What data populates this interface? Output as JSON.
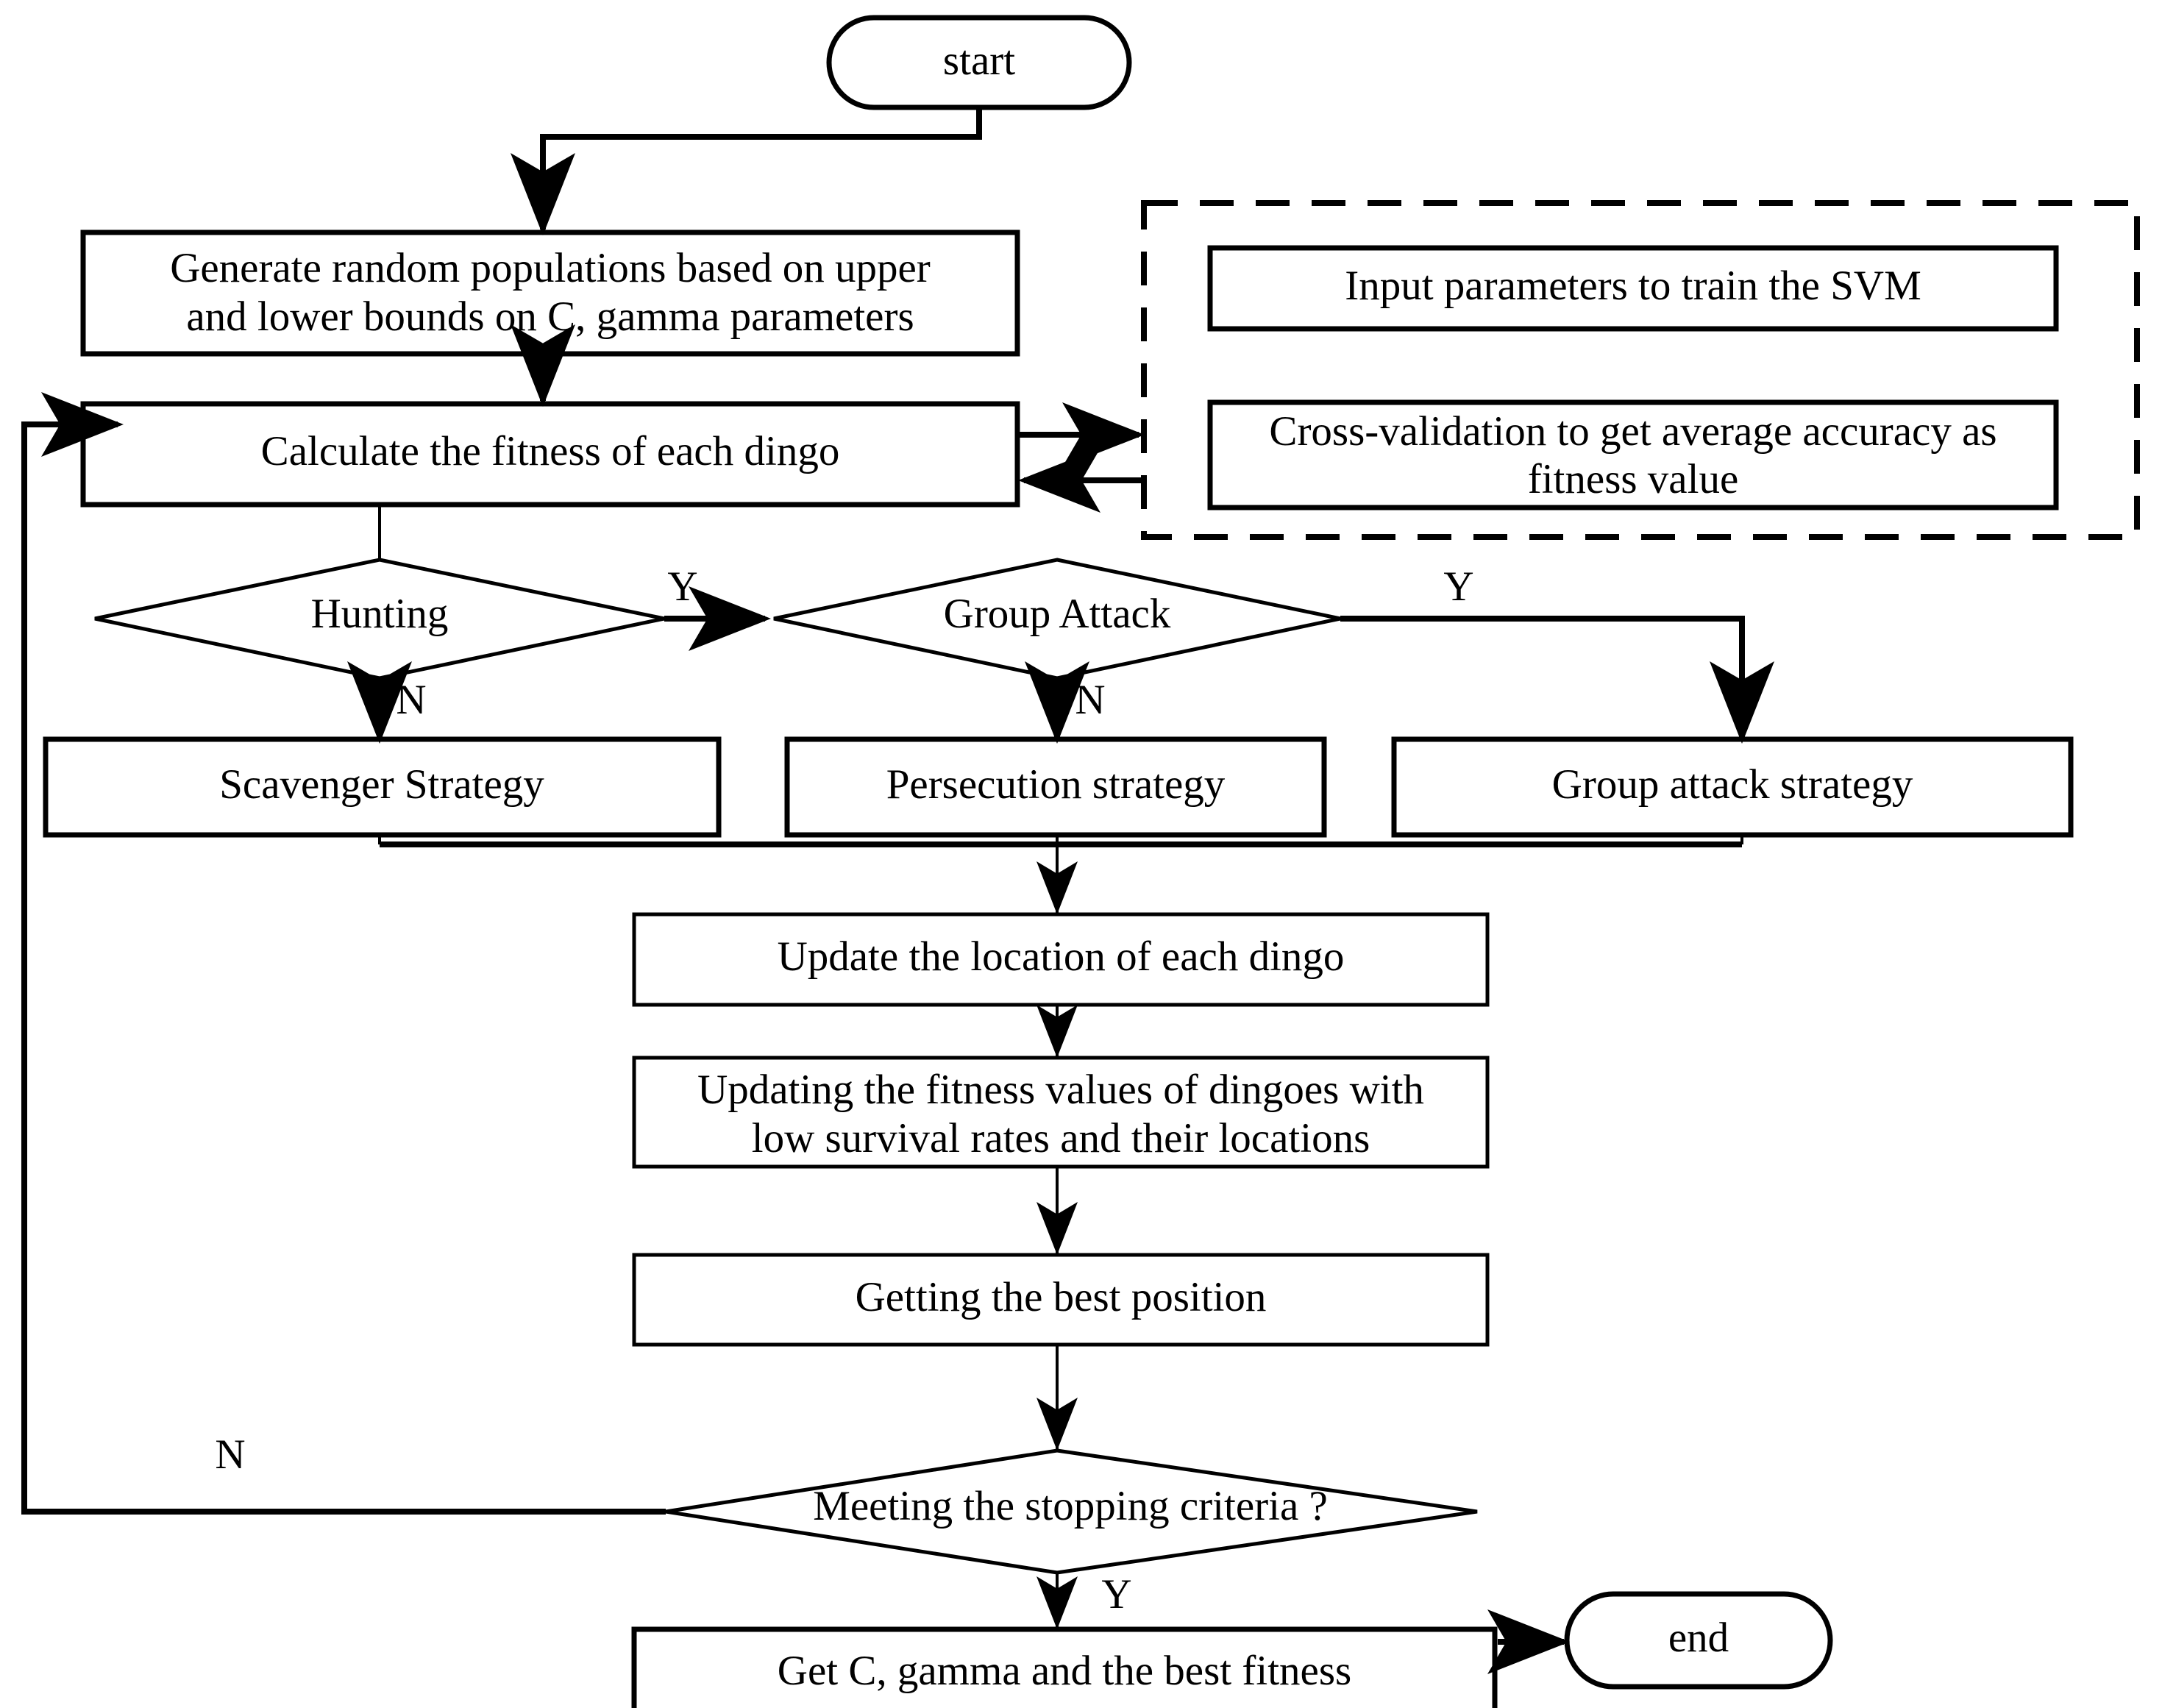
{
  "diagram": {
    "title": "Dingo Optimization Algorithm for SVM parameter tuning flowchart",
    "type": "flowchart",
    "nodes": {
      "start": {
        "label": "start",
        "shape": "rounded-terminator"
      },
      "generate_populations": {
        "label_line1": "Generate random populations based on upper",
        "label_line2": "and lower bounds on C, gamma parameters",
        "shape": "process"
      },
      "calculate_fitness": {
        "label": "Calculate the fitness of each dingo",
        "shape": "process"
      },
      "input_parameters": {
        "label": "Input parameters to train the SVM",
        "shape": "process"
      },
      "cross_validation": {
        "label_line1": "Cross-validation to get average accuracy as",
        "label_line2": "fitness value",
        "shape": "process"
      },
      "hunting": {
        "label": "Hunting",
        "shape": "decision"
      },
      "group_attack": {
        "label": "Group Attack",
        "shape": "decision"
      },
      "scavenger_strategy": {
        "label": "Scavenger Strategy",
        "shape": "process"
      },
      "persecution_strategy": {
        "label": "Persecution strategy",
        "shape": "process"
      },
      "group_attack_strategy": {
        "label": "Group attack strategy",
        "shape": "process"
      },
      "update_location": {
        "label": "Update the location of each dingo",
        "shape": "process"
      },
      "updating_fitness": {
        "label_line1": "Updating the fitness values of dingoes with",
        "label_line2": "low survival rates and their locations",
        "shape": "process"
      },
      "getting_best_position": {
        "label": "Getting the best position",
        "shape": "process"
      },
      "stopping_criteria": {
        "label": "Meeting the stopping criteria ?",
        "shape": "decision"
      },
      "get_results": {
        "label": "Get C, gamma and the best fitness",
        "shape": "process"
      },
      "end": {
        "label": "end",
        "shape": "rounded-terminator"
      }
    },
    "edge_labels": {
      "hunting_yes": "Y",
      "hunting_no": "N",
      "group_attack_yes": "Y",
      "group_attack_no": "N",
      "stopping_yes": "Y",
      "stopping_no": "N"
    },
    "colors": {
      "stroke": "#000000",
      "fill": "#ffffff",
      "background": "#ffffff"
    }
  }
}
